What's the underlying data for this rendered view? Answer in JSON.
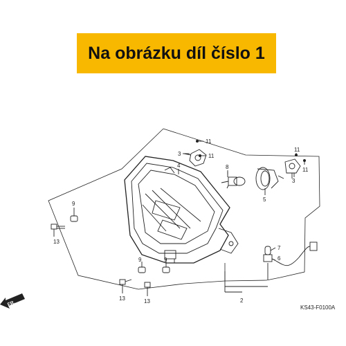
{
  "banner": {
    "text": "Na obrázku díl číslo 1",
    "color": "#f9b800"
  },
  "direction_label": "FR.",
  "diagram_code": "KS43-F0100A",
  "callouts": {
    "c11a": "11",
    "c3a": "3",
    "c11b": "11",
    "c4": "4",
    "c8": "8",
    "c5": "5",
    "c11c": "11",
    "c11d": "11",
    "c3b": "3",
    "c9a": "9",
    "c13a": "13",
    "c7": "7",
    "c6": "6",
    "c9b": "9",
    "c9c": "9",
    "c13b": "13",
    "c13c": "13",
    "c2": "2"
  }
}
